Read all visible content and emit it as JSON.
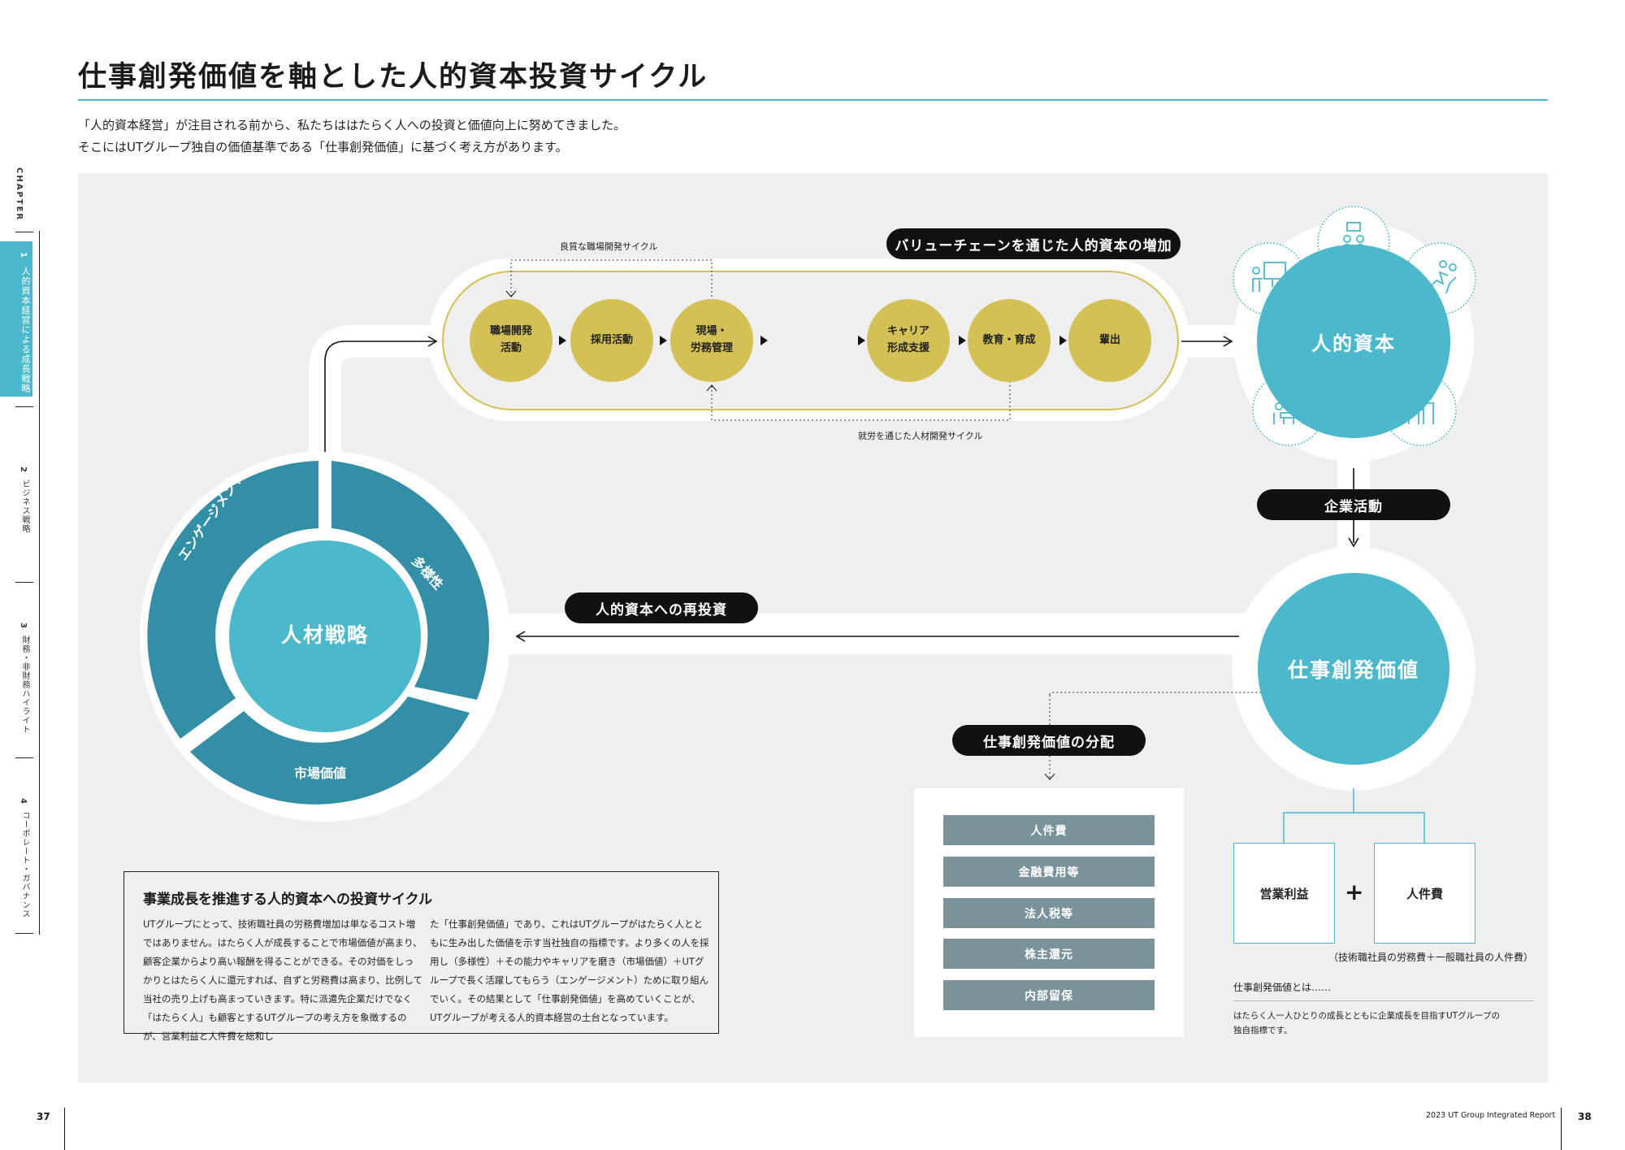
{
  "title": "仕事創発価値を軸とした人的資本投資サイクル",
  "intro": [
    "「人的資本経営」が注目される前から、私たちははたらく人への投資と価値向上に努めてきました。",
    "そこにはUTグループ独自の価値基準である「仕事創発価値」に基づく考え方があります。"
  ],
  "sidebar": {
    "chapter_label": "CHAPTER",
    "items": [
      {
        "num": "1",
        "label": "人的資本経営による成長戦略",
        "active": true
      },
      {
        "num": "2",
        "label": "ビジネス戦略",
        "active": false
      },
      {
        "num": "3",
        "label": "財務・非財務ハイライト",
        "active": false
      },
      {
        "num": "4",
        "label": "コーポレート・ガバナンス",
        "active": false
      }
    ]
  },
  "cycle": {
    "top_loop_label": "良質な職場開発サイクル",
    "bottom_loop_label": "就労を通じた人材開発サイクル",
    "value_chain_pill": "バリューチェーンを通じた人的資本の増加",
    "nodes": [
      {
        "label1": "職場開発",
        "label2": "活動"
      },
      {
        "label1": "採用活動",
        "label2": ""
      },
      {
        "label1": "現場・",
        "label2": "労務管理"
      },
      {
        "label1": "キャリア",
        "label2": "形成支援"
      },
      {
        "label1": "教育・育成",
        "label2": ""
      },
      {
        "label1": "輩出",
        "label2": ""
      }
    ],
    "human_capital": "人的資本",
    "human_capital_icons": [
      "presentation-icon",
      "meeting-icon",
      "running-team-icon",
      "discussion-icon",
      "handshake-icon"
    ],
    "corporate_activity_pill": "企業活動",
    "job_value": "仕事創発価値",
    "reinvest_pill": "人的資本への再投資",
    "strategy": {
      "center": "人材戦略",
      "segments": [
        "エンゲージメント",
        "多様性",
        "市場価値"
      ]
    }
  },
  "distribution": {
    "pill": "仕事創発価値の分配",
    "items": [
      "人件費",
      "金融費用等",
      "法人税等",
      "株主還元",
      "内部留保"
    ]
  },
  "formula": {
    "left": "営業利益",
    "plus": "+",
    "right": "人件費",
    "note": "（技術職社員の労務費＋一般職社員の人件費）",
    "def_label": "仕事創発価値とは……",
    "def_line1": "はたらく人一人ひとりの成長とともに企業成長を目指すUTグループの",
    "def_line2": "独自指標です。"
  },
  "textbox": {
    "title": "事業成長を推進する人的資本への投資サイクル",
    "col1": "UTグループにとって、技術職社員の労務費増加は単なるコスト増ではありません。はたらく人が成長することで市場価値が高まり、顧客企業からより高い報酬を得ることができる。その対価をしっかりとはたらく人に還元すれば、自ずと労務費は高まり、比例して当社の売り上げも高まっていきます。特に派遣先企業だけでなく「はたらく人」も顧客とするUTグループの考え方を象徴するのが、営業利益と人件費を総和し",
    "col2": "た「仕事創発価値」であり、これはUTグループがはたらく人とともに生み出した価値を示す当社独自の指標です。より多くの人を採用し（多様性）＋その能力やキャリアを磨き（市場価値）＋UTグループで長く活躍してもらう（エンゲージメント）ために取り組んでいく。その結果として「仕事創発価値」を高めていくことが、UTグループが考える人的資本経営の土台となっています。"
  },
  "footer": {
    "page_left": "37",
    "page_right": "38",
    "report": "2023 UT Group Integrated Report"
  },
  "colors": {
    "teal": "#4bb8cc",
    "dark_teal": "#338fa6",
    "gold": "#d3c155",
    "gray_bar": "#7a9299",
    "panel": "#efefef"
  }
}
